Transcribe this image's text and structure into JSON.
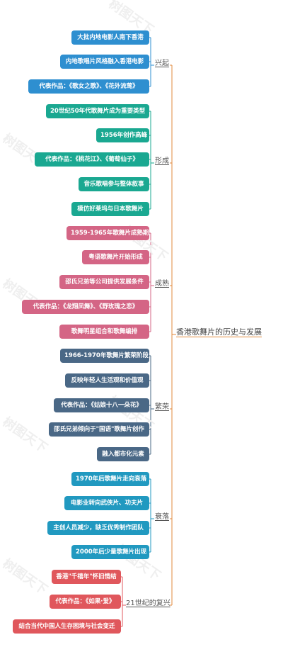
{
  "root": "香港歌舞片的历史与发展",
  "watermark": "树图天下",
  "colors": {
    "xingqi": "#2e8fd0",
    "xingcheng": "#1aa891",
    "chengshu": "#d46585",
    "fanrong": "#4a6886",
    "shuailuo": "#2199c0",
    "fusu": "#e0575c",
    "connector_main": "#e08a3c"
  },
  "branches": [
    {
      "label": "兴起",
      "items": [
        "大批内地电影人南下香港",
        "内地歌唱片风格融入香港电影",
        "代表作品：《歌女之歌》、《花外流莺》"
      ]
    },
    {
      "label": "形成",
      "items": [
        "20世纪50年代歌舞片成为重要类型",
        "1956年创作高峰",
        "代表作品：《桃花江》、《葡萄仙子》",
        "音乐歌唱参与整体叙事",
        "模仿好莱坞与日本歌舞片"
      ]
    },
    {
      "label": "成熟",
      "items": [
        "1959-1965年歌舞片成熟期",
        "粤语歌舞片开始形成",
        "邵氏兄弟等公司提供发展条件",
        "代表作品：《龙翔凤舞》、《野玫瑰之恋》",
        "歌舞明星组合和歌舞编排"
      ]
    },
    {
      "label": "繁荣",
      "items": [
        "1966-1970年歌舞片繁荣阶段",
        "反映年轻人生活观和价值观",
        "代表作品：《姑娘十八一朵花》",
        "邵氏兄弟倾向于\"国语\"歌舞片创作",
        "融入都市化元素"
      ]
    },
    {
      "label": "衰落",
      "items": [
        "1970年后歌舞片走向衰落",
        "电影业转向武侠片、功夫片",
        "主创人员减少，缺乏优秀制作团队",
        "2000年后少量歌舞片出现"
      ]
    },
    {
      "label": "21世纪的复兴",
      "items": [
        "香港\"千禧年\"怀旧情结",
        "代表作品：《如果·爱》",
        "结合当代中国人生存困境与社会变迁"
      ]
    }
  ]
}
